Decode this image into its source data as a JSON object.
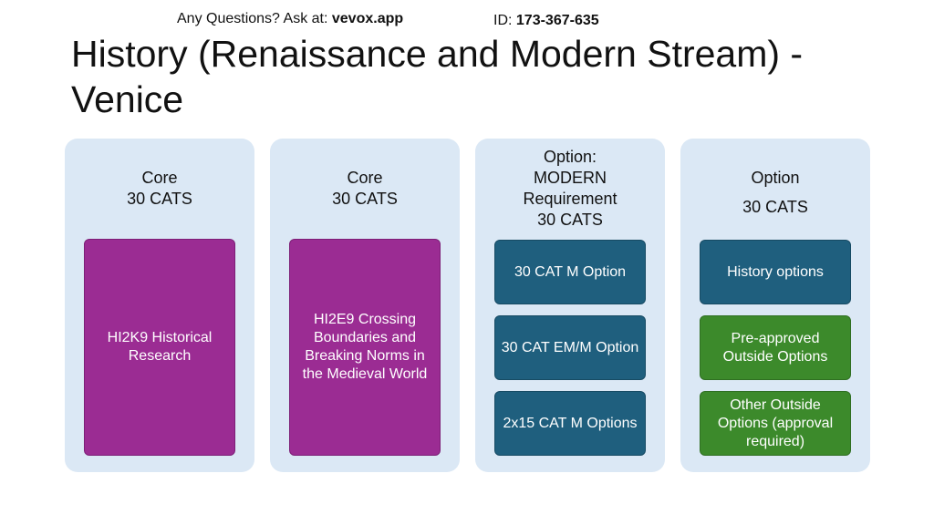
{
  "header": {
    "question_prefix": "Any Questions? Ask at: ",
    "question_link": "vevox.app",
    "id_prefix": "ID: ",
    "id_value": "173-367-635"
  },
  "title": {
    "line1": "History (Renaissance and Modern Stream) -",
    "line2": "Venice"
  },
  "columns": [
    {
      "heading": [
        "Core",
        "30 CATS"
      ],
      "boxes": [
        {
          "text": "HI2K9 Historical Research",
          "color": "#9b2c93"
        }
      ]
    },
    {
      "heading": [
        "Core",
        "30 CATS"
      ],
      "boxes": [
        {
          "text": "HI2E9 Crossing Boundaries and Breaking Norms in the Medieval World",
          "color": "#9b2c93"
        }
      ]
    },
    {
      "heading": [
        "Option:",
        "MODERN",
        "Requirement",
        "30 CATS"
      ],
      "boxes": [
        {
          "text": "30 CAT M Option",
          "color": "#1f5f7e"
        },
        {
          "text": "30 CAT EM/M Option",
          "color": "#1f5f7e"
        },
        {
          "text": "2x15 CAT M Options",
          "color": "#1f5f7e"
        }
      ]
    },
    {
      "heading": [
        "Option",
        "30 CATS"
      ],
      "boxes": [
        {
          "text": "History options",
          "color": "#1f5f7e"
        },
        {
          "text": "Pre-approved Outside Options",
          "color": "#3c8a2b"
        },
        {
          "text": "Other Outside Options (approval required)",
          "color": "#3c8a2b"
        }
      ]
    }
  ]
}
